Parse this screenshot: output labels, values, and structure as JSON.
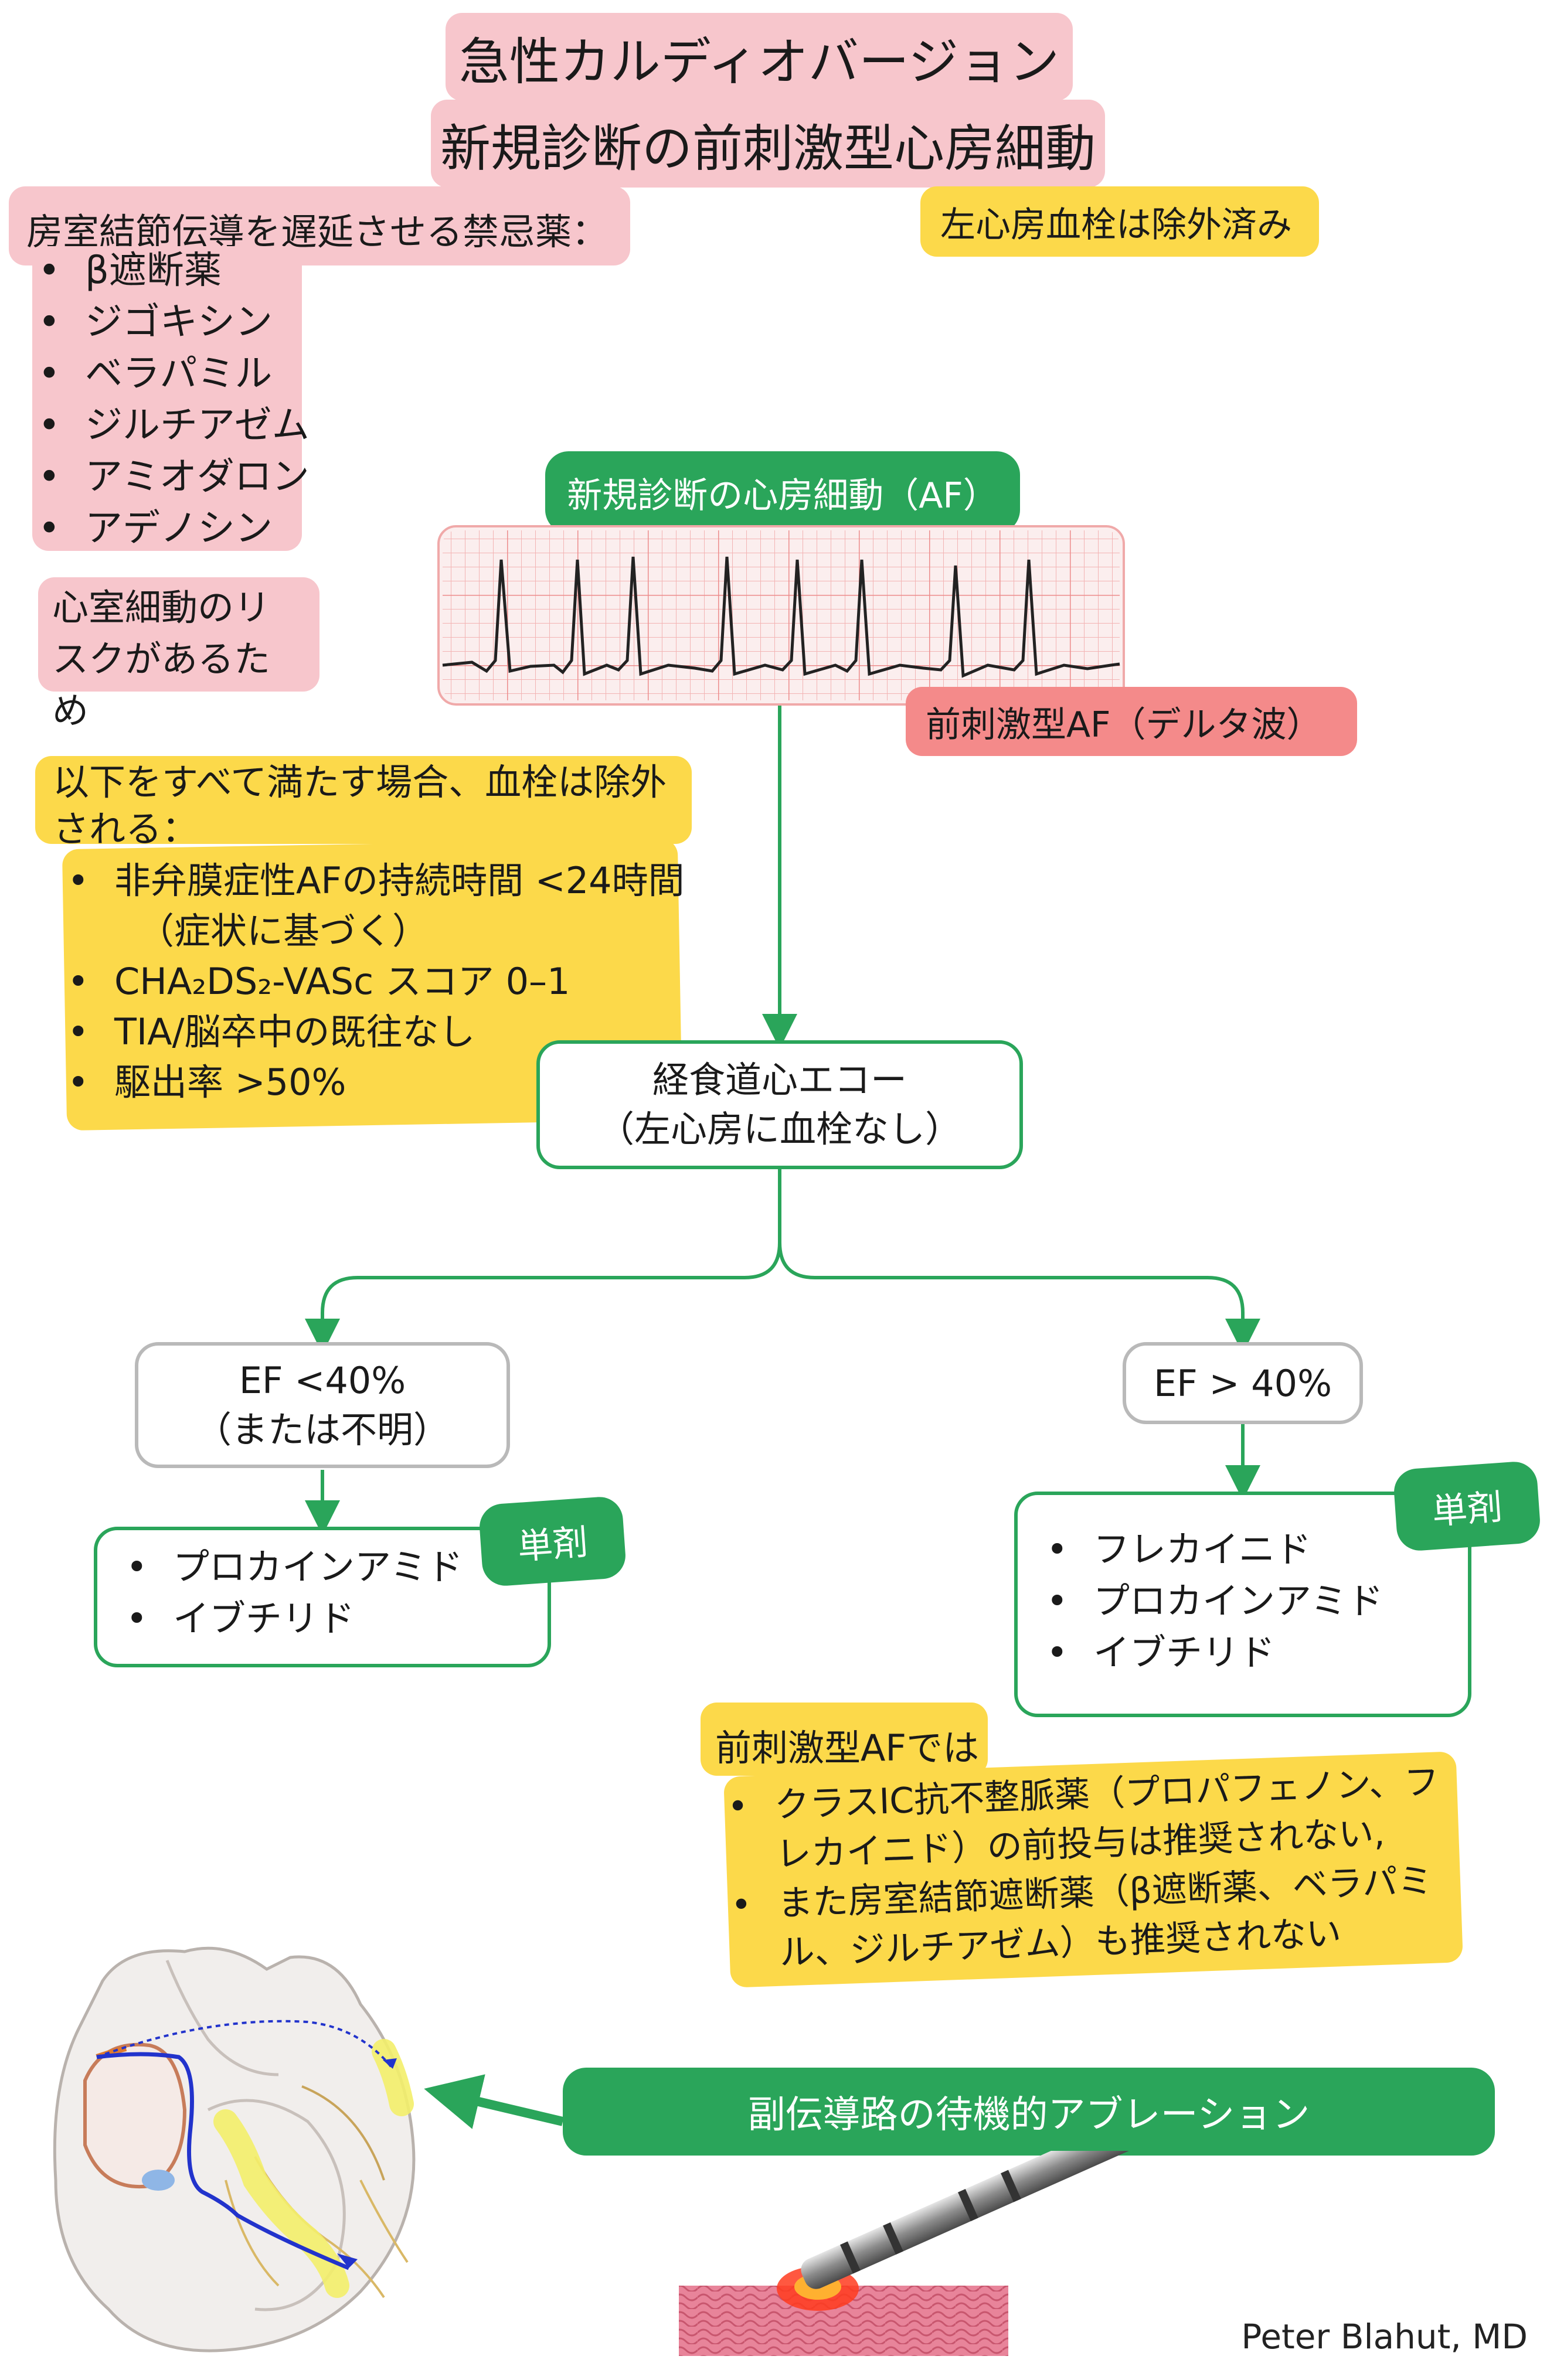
{
  "title": "急性カルディオバージョン",
  "subtitle": "新規診断の前刺激型心房細動",
  "contraindicated": {
    "heading": "房室結節伝導を遅延させる禁忌薬：",
    "items": [
      "β遮断薬",
      "ジゴキシン",
      "ベラパミル",
      "ジルチアゼム",
      "アミオダロン",
      "アデノシン"
    ],
    "reason": "心室細動のリスクがあるため"
  },
  "la_thrombus_excluded": "左心房血栓は除外済み",
  "af_label": "新規診断の心房細動（AF）",
  "preexcited_label": "前刺激型AF（デルタ波）",
  "thrombus_criteria": {
    "heading": "以下をすべて満たす場合、血栓は除外される：",
    "items": [
      "非弁膜症性AFの持続時間 <24時間",
      "CHA₂DS₂-VASc スコア 0–1",
      "TIA/脳卒中の既往なし",
      "駆出率 >50%"
    ],
    "sub_item": "（症状に基づく）"
  },
  "tee": {
    "line1": "経食道心エコー",
    "line2": "（左心房に血栓なし）"
  },
  "ef_low": {
    "line1": "EF <40%",
    "line2": "（または不明）"
  },
  "ef_high": {
    "line1": "EF > 40%"
  },
  "monotherapy_label": "単剤",
  "low_ef_drugs": [
    "プロカインアミド",
    "イブチリド"
  ],
  "high_ef_drugs": [
    "フレカイニド",
    "プロカインアミド",
    "イブチリド"
  ],
  "preexcited_note": {
    "heading": "前刺激型AFでは",
    "items": [
      "クラスIC抗不整脈薬（プロパフェノン、フレカイニド）の前投与は推奨されない,",
      "また房室結節遮断薬（β遮断薬、ベラパミル、ジルチアゼム）も推奨されない"
    ]
  },
  "ablation_label": "副伝導路の待機的アブレーション",
  "credit": "Peter Blahut, MD",
  "colors": {
    "pink": "#f7c6cc",
    "yellow": "#fcd94a",
    "red": "#f48a8a",
    "green": "#2aa55a",
    "gray": "#b9b9b9"
  }
}
